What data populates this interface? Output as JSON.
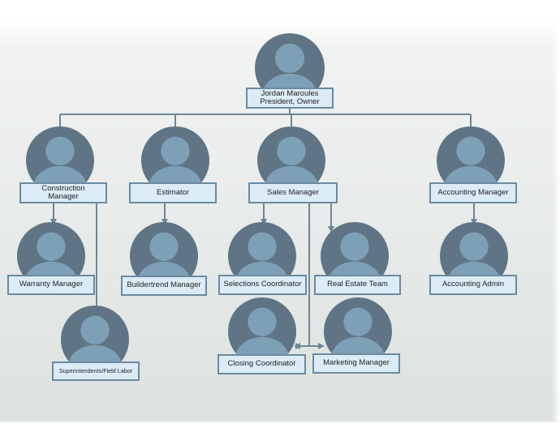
{
  "colors": {
    "connector": "#6d8697",
    "avatar_ring": "#5f7585",
    "avatar_fill": "#7ea0b7",
    "label_bg": "#dcecf6",
    "label_border": "#6b8aa1"
  },
  "people": {
    "owner": {
      "line1": "Jordan Maroules",
      "line2": "President, Owner"
    },
    "construction_manager": {
      "line1": "Construction",
      "line2": "Manager"
    },
    "estimator": {
      "label": "Estimator"
    },
    "sales_manager": {
      "label": "Sales Manager"
    },
    "accounting_manager": {
      "label": "Accounting Manager"
    },
    "warranty_manager": {
      "label": "Warranty Manager"
    },
    "buildertrend_manager": {
      "label": "Buildertrend Manager"
    },
    "selections_coordinator": {
      "label": "Selections Coordinator"
    },
    "real_estate_team": {
      "label": "Real Estate Team"
    },
    "accounting_admin": {
      "label": "Accounting Admin"
    },
    "superintendents": {
      "label": "Superintendents/Field Labor"
    },
    "closing_coordinator": {
      "label": "Closing Coordinator"
    },
    "marketing_manager": {
      "label": "Marketing Manager"
    }
  }
}
